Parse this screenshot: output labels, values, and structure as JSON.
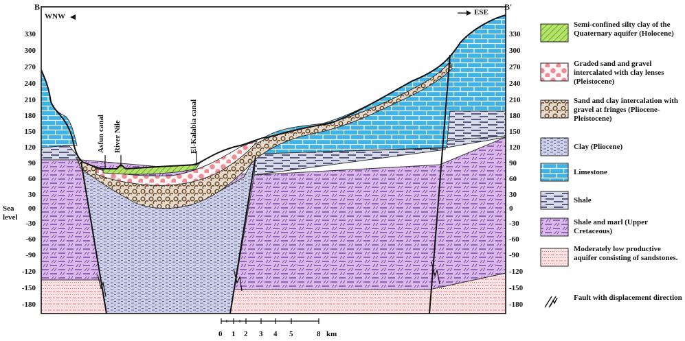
{
  "section": {
    "left_end": "B",
    "right_end": "B'",
    "left_direction": "WNW",
    "right_direction": "ESE",
    "sea_level_label_1": "Sea",
    "sea_level_label_2": "level"
  },
  "axis_ticks_left": [
    "330",
    "300",
    "270",
    "240",
    "210",
    "180",
    "150",
    "120",
    "90",
    "60",
    "30",
    "00",
    "-30",
    "-60",
    "-90",
    "-120",
    "-150",
    "-180"
  ],
  "axis_ticks_right": [
    "330",
    "300",
    "270",
    "240",
    "210",
    "180",
    "150",
    "120",
    "90",
    "60",
    "30",
    "0",
    "-30",
    "-60",
    "-90",
    "-120",
    "-150",
    "-180"
  ],
  "canals": {
    "asfun": "Asfun canal",
    "nile": "River Nile",
    "kalabia": "El-Kalabia  canal"
  },
  "scale_bar": {
    "numbers": [
      "0",
      "1",
      "2",
      "3",
      "4",
      "5",
      "8"
    ],
    "unit": "km"
  },
  "legend": [
    {
      "key": "silty-clay",
      "text": "Semi-confined silty clay of the Quaternary aquifer (Holocene)",
      "color": "#a8e05a"
    },
    {
      "key": "sand-gravel",
      "text": "Graded sand and gravel intercalated with clay lenses (Pleistocene)",
      "color": "#f2a6ad"
    },
    {
      "key": "sand-clay",
      "text": "Sand and clay intercalation with gravel at fringes (Pliocene-Pleistocene)",
      "color": "#cdb79a"
    },
    {
      "key": "clay",
      "text": "Clay (Pliocene)",
      "color": "#b9bbd6"
    },
    {
      "key": "limestone",
      "text": "Limestone",
      "color": "#38aee3"
    },
    {
      "key": "shale",
      "text": "Shale",
      "color": "#c7c9dc"
    },
    {
      "key": "shale-marl",
      "text": "Shale and marl (Upper Cretaceous)",
      "color": "#c49ad8"
    },
    {
      "key": "sandstone",
      "text": "Moderately low productive aquifer consisting of sandstones.",
      "color": "#fbd9d9"
    },
    {
      "key": "fault",
      "text": "Fault with displacement direction",
      "color": "#111111"
    }
  ]
}
